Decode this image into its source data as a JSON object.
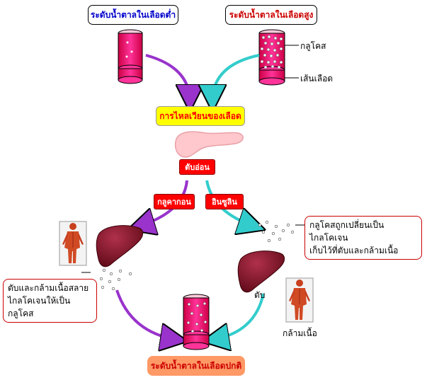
{
  "labels": {
    "low_sugar": "ระดับน้ำตาลในเลือดต่ำ",
    "high_sugar": "ระดับน้ำตาลในเลือดสูง",
    "glucose": "กลูโคส",
    "blood_vessel": "เส้นเลือด",
    "circulation": "การไหลเวียนของเลือด",
    "pancreas": "ตับอ่อน",
    "glucagon": "กลูคากอน",
    "insulin": "อินซูลิน",
    "store_note": [
      "กลูโคสถูกเปลี่ยนเป็นไกลโคเจน",
      "เก็บไว้ที่ตับและกล้ามเนื้อ"
    ],
    "release_note": [
      "ตับและกล้ามเนื้อสลาย",
      "ไกลโคเจนให้เป็นกลูโคส"
    ],
    "liver": "ตับ",
    "muscle": "กล้ามเนื้อ",
    "normal_sugar": "ระดับน้ำตาลในเลือดปกติ"
  },
  "colors": {
    "low_text": "#0000cc",
    "high_text": "#cc0000",
    "circulation_bg": "#ffff00",
    "circulation_text": "#ff0000",
    "tag_bg": "#ff0000",
    "normal_bg": "#ff9966",
    "normal_text": "#cc0000",
    "arrow_purple": "#9933cc",
    "arrow_cyan": "#33cccc",
    "vessel": "#ff3399",
    "liver": "#7a1020"
  }
}
